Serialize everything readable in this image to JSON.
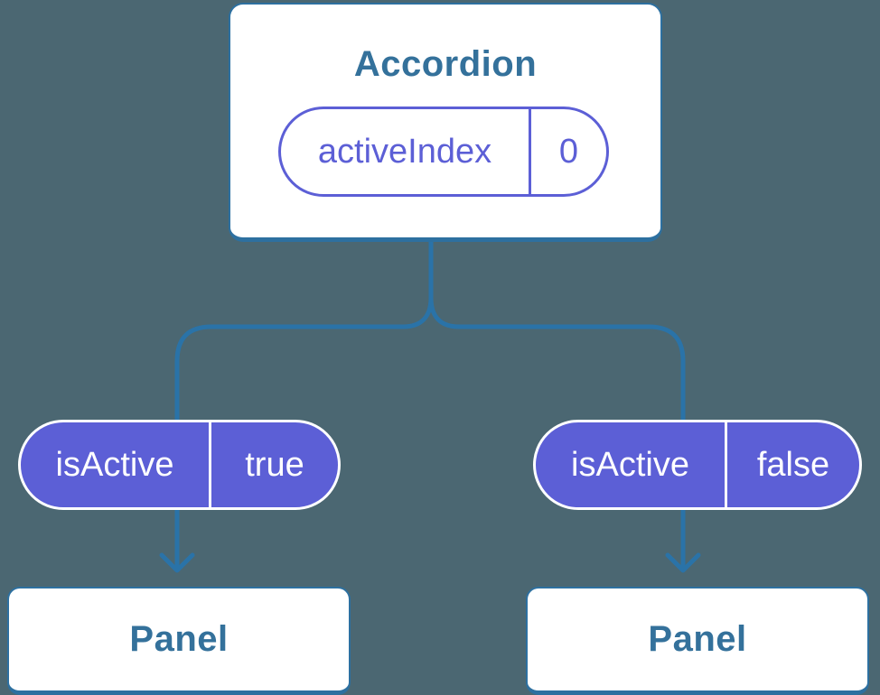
{
  "tree": {
    "root": {
      "name": "Accordion",
      "state": {
        "key": "activeIndex",
        "value": "0"
      }
    },
    "children": [
      {
        "prop_key": "isActive",
        "prop_value": "true",
        "name": "Panel"
      },
      {
        "prop_key": "isActive",
        "prop_value": "false",
        "name": "Panel"
      }
    ]
  },
  "colors": {
    "background": "#4b6772",
    "connector_blue": "#2a73a8",
    "card_border_blue": "#2d70a0",
    "heading_blue": "#34719b",
    "pill_purple": "#5c5fd6",
    "card_white": "#ffffff"
  }
}
